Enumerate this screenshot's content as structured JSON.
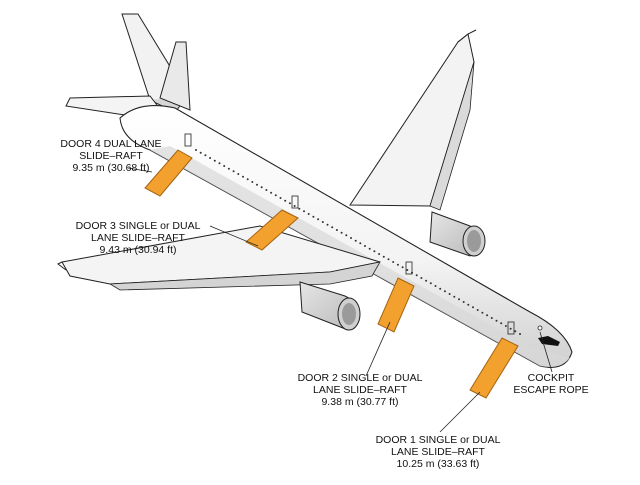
{
  "labels": {
    "door4": {
      "line1": "DOOR 4 DUAL LANE",
      "line2": "SLIDE–RAFT",
      "line3": "9.35 m (30.68 ft)"
    },
    "door3": {
      "line1": "DOOR 3 SINGLE or DUAL",
      "line2": "LANE SLIDE–RAFT",
      "line3": "9.43 m (30.94 ft)"
    },
    "door2": {
      "line1": "DOOR 2 SINGLE or DUAL",
      "line2": "LANE SLIDE–RAFT",
      "line3": "9.38 m (30.77 ft)"
    },
    "door1": {
      "line1": "DOOR 1 SINGLE or DUAL",
      "line2": "LANE SLIDE–RAFT",
      "line3": "10.25 m (33.63 ft)"
    },
    "cockpit": {
      "line1": "COCKPIT",
      "line2": "ESCAPE ROPE"
    }
  },
  "colors": {
    "slide": "#f2a12e",
    "slide_stroke": "#a5620f",
    "aircraft_fill": "#f7f7f7",
    "aircraft_shade": "#d9d9d9",
    "outline": "#222222"
  }
}
